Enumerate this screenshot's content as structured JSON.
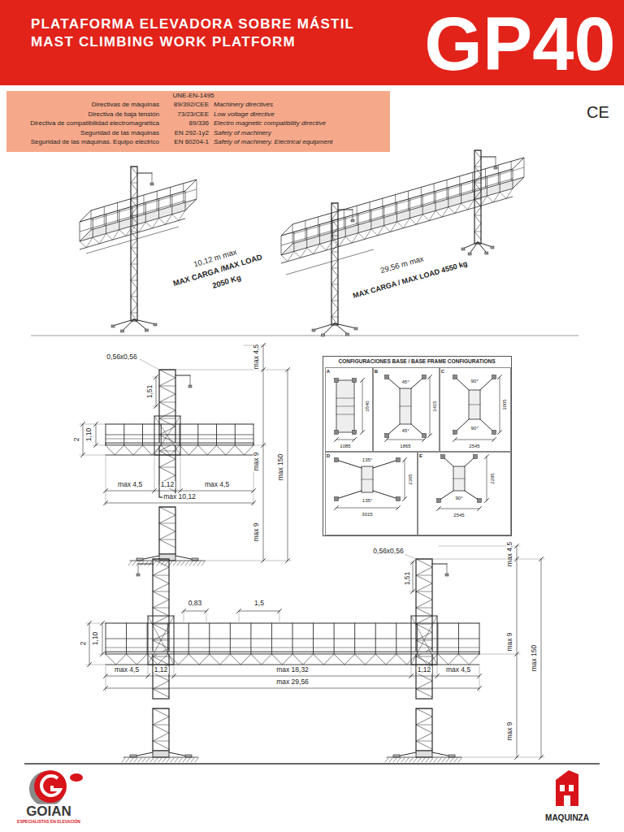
{
  "diagram": {
    "nodes": [
      {
        "text": [
          "PLATAFORMA ELEVADORA SOBRE MÁSTIL",
          "MAST CLIMBING WORK PLATFORM",
          "GP40"
        ]
      },
      {
        "text": [
          "UNE-EN-1495",
          "Directivas de máquinas",
          "89/392/CEE",
          "Machinery directives",
          "Directiva de baja tensión",
          "73/23/CEE",
          "Low voltage directive",
          "Directiva de compatibilidad electromagnética",
          "89/336",
          "Electro magnetic compatibility directive",
          "Seguridad de las máquinas",
          "EN 292-1y2",
          "Safety of machinery",
          "Seguridad de las máquinas. Equipo eléctrico",
          "EN 60204-1",
          "Safety of machinery. Electrical equipment"
        ]
      },
      {
        "text": [
          "CONFIGURACIONES BASE / BASE FRAME CONFIGURATIONS"
        ]
      },
      {
        "text": [
          "A",
          "3540",
          "1085"
        ],
        "in": 2
      },
      {
        "text": [
          "B",
          "45°",
          "45°",
          "3415",
          "1865"
        ],
        "in": 2
      },
      {
        "text": [
          "C",
          "90°",
          "90°",
          "3005",
          "2545"
        ],
        "in": 2
      },
      {
        "text": [
          "D",
          "135°",
          "135°",
          "2365",
          "3015"
        ],
        "in": 2
      },
      {
        "text": [
          "E",
          "90°",
          "2295",
          "2545"
        ],
        "in": 2
      }
    ],
    "labels": [
      "CE",
      "10,12 m max",
      "MAX CARGA /MAX LOAD",
      "2050 Kg",
      "29,56 m max",
      "MAX CARGA / MAX LOAD 4550 kg",
      "0,56x0,56",
      "1,51",
      "2",
      "1,10",
      "max 4,5",
      "1,12",
      "max 4,5",
      "max 10,12",
      "max 4,5",
      "max 9",
      "max 150",
      "max 9",
      "0,56x0,56",
      "1,51",
      "0,83",
      "1,5",
      "2",
      "1,10",
      "max 4,5",
      "1,12",
      "max 18,32",
      "1,12",
      "max 4,5",
      "max 29,56",
      "max 4,5",
      "max 9",
      "max 150",
      "max 9",
      "GOIAN",
      "ESPECIALISTAS EN ELEVACIÓN",
      "MAQUINZA"
    ]
  }
}
